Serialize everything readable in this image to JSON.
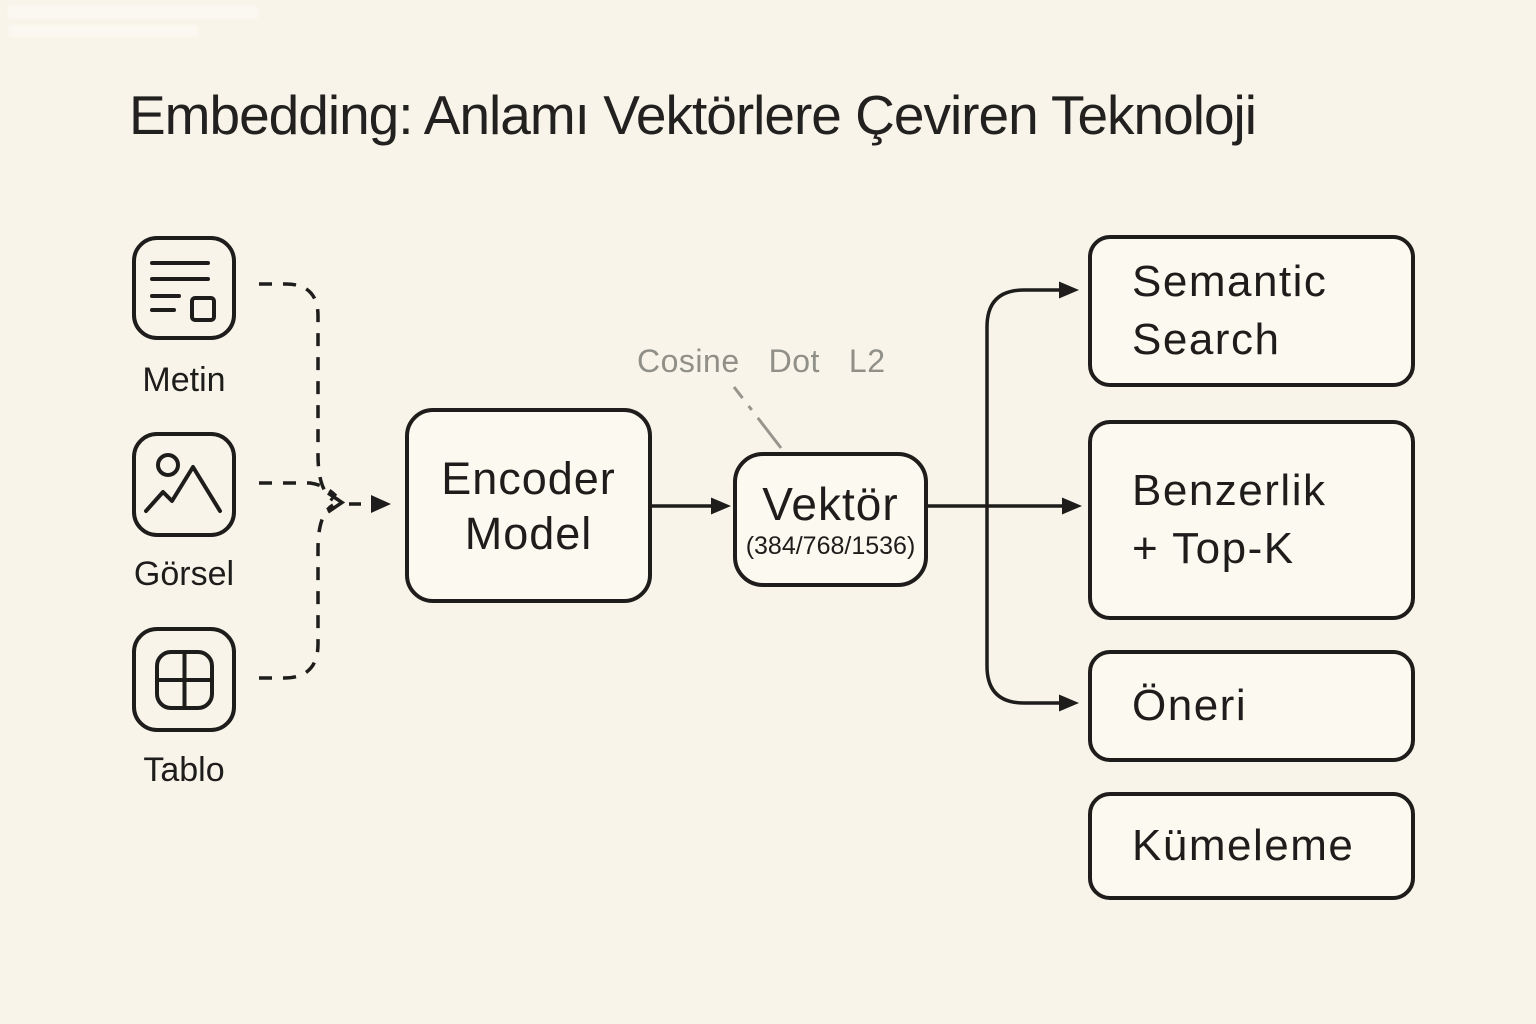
{
  "title": "Embedding: Anlamı Vektörlere Çeviren Teknoloji",
  "inputs": [
    {
      "label": "Metin",
      "icon": "document-icon"
    },
    {
      "label": "Görsel",
      "icon": "image-icon"
    },
    {
      "label": "Tablo",
      "icon": "table-icon"
    }
  ],
  "encoder": {
    "lines": [
      "Encoder",
      "Model"
    ]
  },
  "vector": {
    "title": "Vektör",
    "dims": "(384/768/1536)"
  },
  "metrics": [
    "Cosine",
    "Dot",
    "L2"
  ],
  "outputs": [
    {
      "lines": [
        "Semantic",
        "Search"
      ]
    },
    {
      "lines": [
        "Benzerlik",
        "+ Top-K"
      ]
    },
    {
      "lines": [
        "Öneri"
      ]
    },
    {
      "lines": [
        "Kümeleme"
      ]
    }
  ],
  "colors": {
    "background": "#F8F4E9",
    "box_fill": "#FCF9F0",
    "stroke": "#1E1D1B",
    "muted_text": "#908F88"
  }
}
